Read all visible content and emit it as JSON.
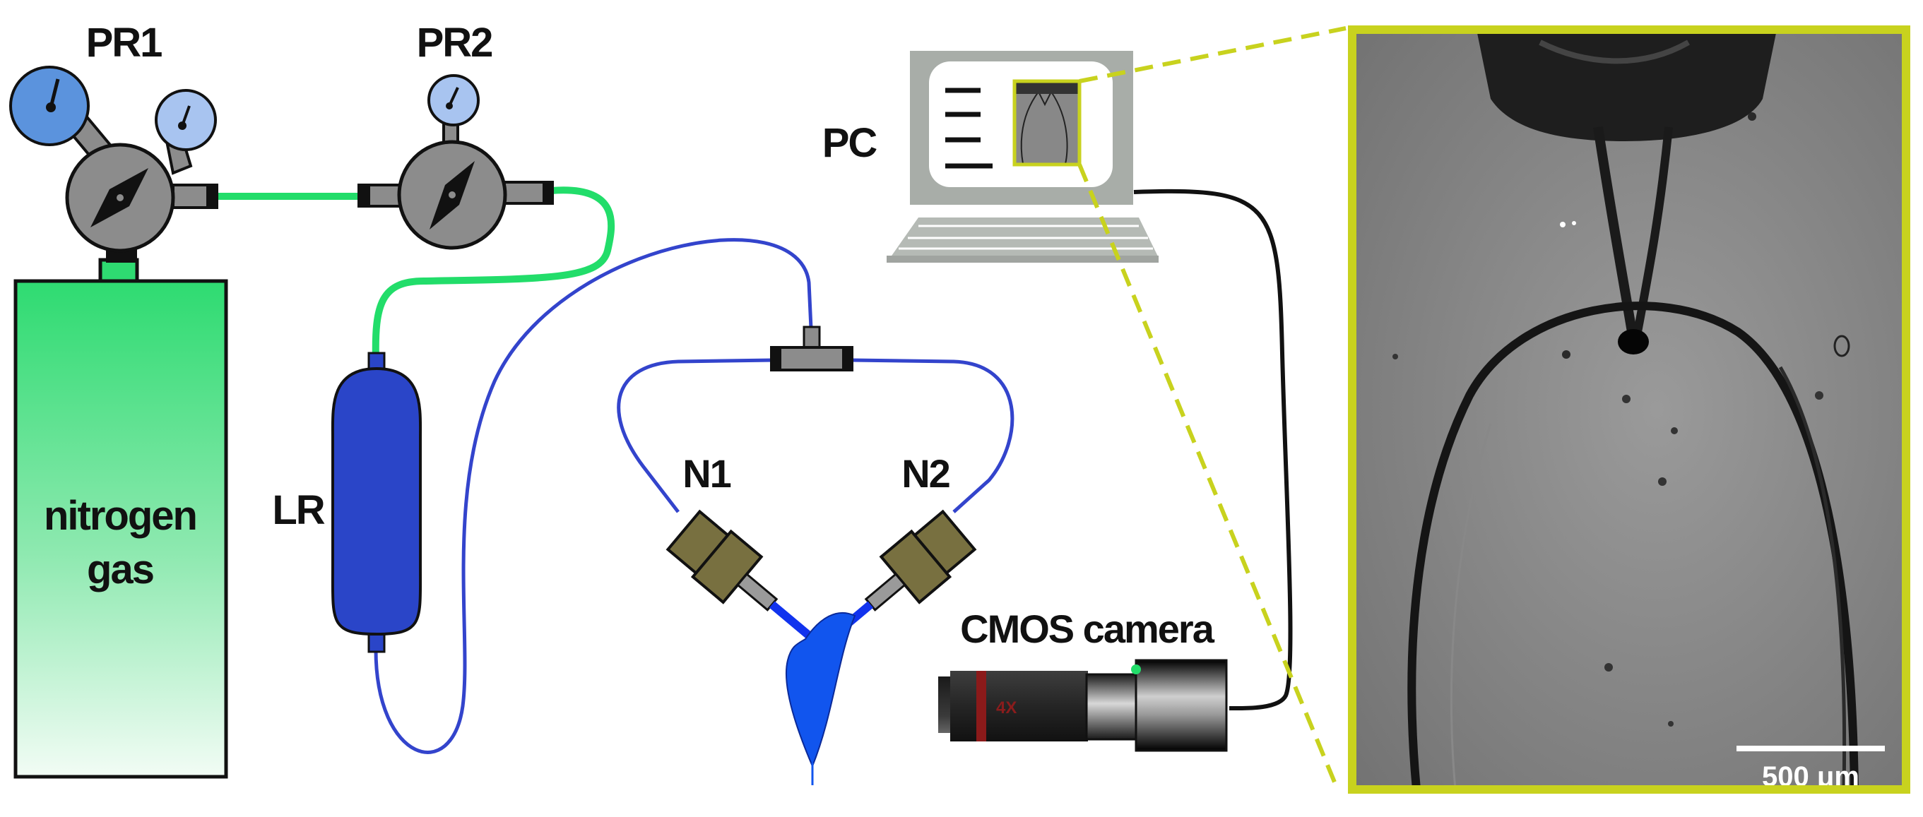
{
  "labels": {
    "pr1": "PR1",
    "pr2": "PR2",
    "pc": "PC",
    "lr": "LR",
    "n1": "N1",
    "n2": "N2",
    "camera": "CMOS camera",
    "cylinder_line1": "nitrogen",
    "cylinder_line2": "gas",
    "lens_marking": "4X",
    "scale_bar": "500 μm"
  },
  "colors": {
    "gas_line": "#22dd6a",
    "liquid_line": "#3344cc",
    "cylinder_top": "#2edb71",
    "cylinder_bottom": "#f2fcf5",
    "regulator_body": "#8c8c8c",
    "gauge_blue": "#5b93dd",
    "gauge_light_blue": "#a8c4f0",
    "reservoir": "#2a45c8",
    "nozzle_olive": "#787040",
    "droplet_blue": "#1155ee",
    "highlight_frame": "#c8d21e",
    "monitor_gray": "#a8ada8",
    "camera_dark": "#2e2e2e",
    "camera_ring": "#8b1a1a"
  }
}
